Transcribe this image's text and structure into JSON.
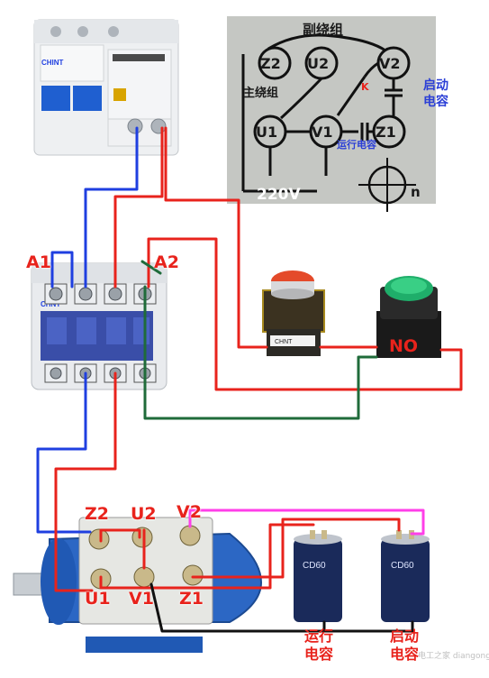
{
  "breaker": {
    "brand": "CHINT"
  },
  "contactor": {
    "brand": "CHNT",
    "coil_a1": "A1",
    "coil_a2": "A2"
  },
  "schematic": {
    "aux_winding": "副绕组",
    "main_winding": "主绕组",
    "terminals": [
      "Z2",
      "U2",
      "V2",
      "U1",
      "V1",
      "Z1"
    ],
    "switch_label": "K",
    "run_capacitor": "运行电容",
    "start_capacitor": "启动电容",
    "voltage": "220V",
    "rotation": "n"
  },
  "stop_button": {
    "label": "CHNT"
  },
  "start_button": {
    "label": "NO"
  },
  "motor": {
    "top_terminals": [
      "Z2",
      "U2",
      "V2"
    ],
    "bottom_terminals": [
      "U1",
      "V1",
      "Z1"
    ]
  },
  "capacitors": [
    {
      "brand": "CD60",
      "caption": "运行电容"
    },
    {
      "brand": "CD60",
      "caption": "启动电容"
    }
  ],
  "watermark": "电工之家 diangong.elec",
  "colors": {
    "wire_red": "#e8231c",
    "wire_blue": "#1f3fe0",
    "wire_green": "#1f6b3a",
    "wire_magenta": "#ff3fe8",
    "wire_black": "#111111"
  }
}
